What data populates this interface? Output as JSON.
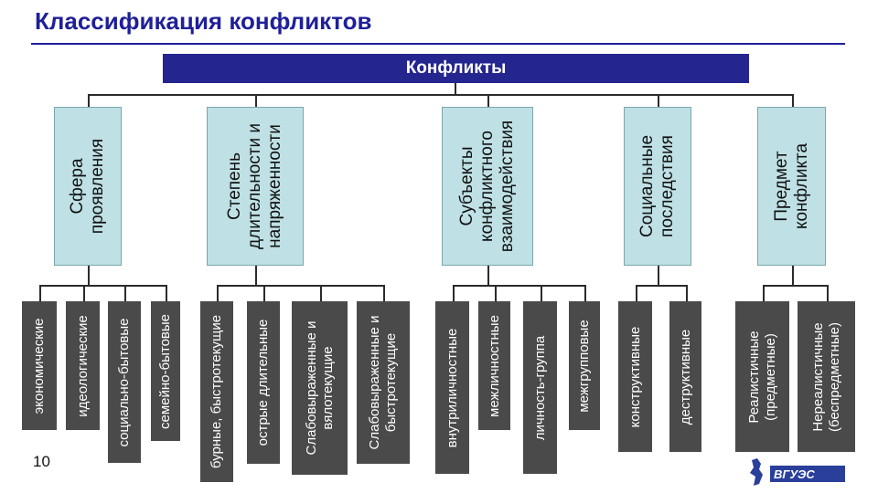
{
  "title": "Классификация конфликтов",
  "root_label": "Конфликты",
  "categories": [
    {
      "label_lines": [
        "Сфера",
        "проявления"
      ],
      "items": [
        [
          "экономические"
        ],
        [
          "идеологические"
        ],
        [
          "социально-бытовые"
        ],
        [
          "семейно-бытовые"
        ]
      ]
    },
    {
      "label_lines": [
        "Степень",
        "длительности и",
        "напряженности"
      ],
      "items": [
        [
          "бурные, быстротекущие"
        ],
        [
          "острые длительные"
        ],
        [
          "Слабовыраженные и",
          "вялотекущие"
        ],
        [
          "Слабовыраженные и",
          "быстротекущие"
        ]
      ]
    },
    {
      "label_lines": [
        "Субъекты",
        "конфликтного",
        "взаимодействия"
      ],
      "items": [
        [
          "внутриличностные"
        ],
        [
          "межличностные"
        ],
        [
          "личность-группа"
        ],
        [
          "межгрупповые"
        ]
      ]
    },
    {
      "label_lines": [
        "Социальные",
        "последствия"
      ],
      "items": [
        [
          "конструктивные"
        ],
        [
          "деструктивные"
        ]
      ]
    },
    {
      "label_lines": [
        "Предмет",
        "конфликта"
      ],
      "items": [
        [
          "Реалистичные",
          "(предметные)"
        ],
        [
          "Нереалистичные",
          "(беспредметные)"
        ]
      ]
    }
  ],
  "page_number": "10",
  "logo_text": "ВГУЭС",
  "colors": {
    "title": "#1f1f99",
    "root_fill": "#25258f",
    "category_fill": "#bfe0e4",
    "leaf_fill": "#4a4a4a"
  }
}
